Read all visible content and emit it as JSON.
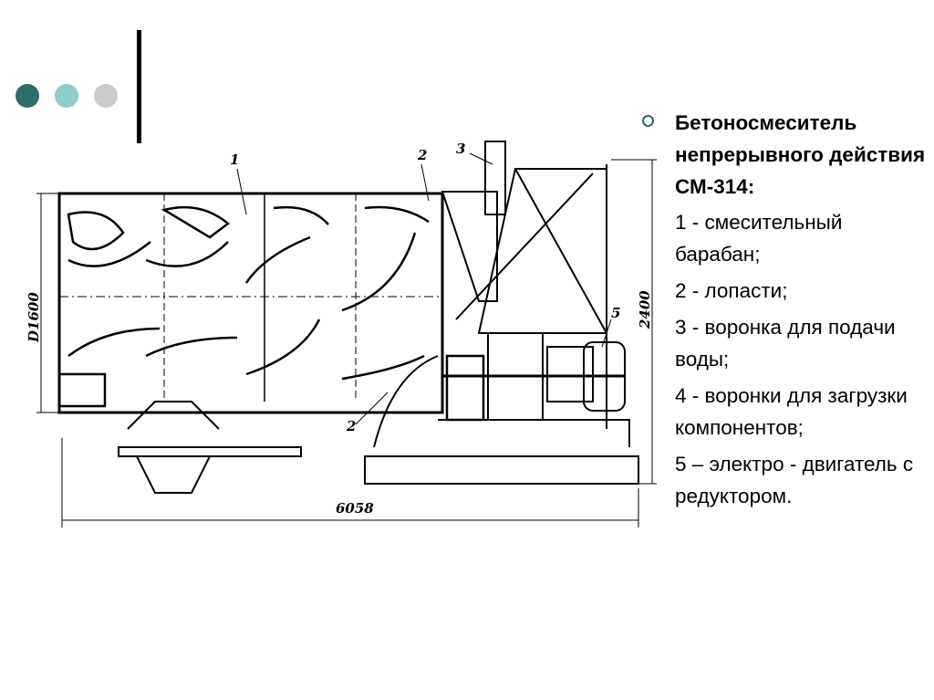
{
  "decor": {
    "dot_colors": [
      "#2e6b6b",
      "#8ecbcb",
      "#cccccc"
    ]
  },
  "drawing": {
    "callouts": [
      "1",
      "2",
      "3",
      "2",
      "5"
    ],
    "dim_diameter": "D1600",
    "dim_height": "2400",
    "dim_length": "6058"
  },
  "legend": {
    "title": "Бетоносмеситель непрерывного действия СМ-314:",
    "items": [
      "1 - смесительный барабан;",
      "2 - лопасти;",
      "3 - воронка для подачи воды;",
      "4 - воронки для загрузки компонентов;",
      "5 – электро - двигатель с редуктором."
    ]
  }
}
